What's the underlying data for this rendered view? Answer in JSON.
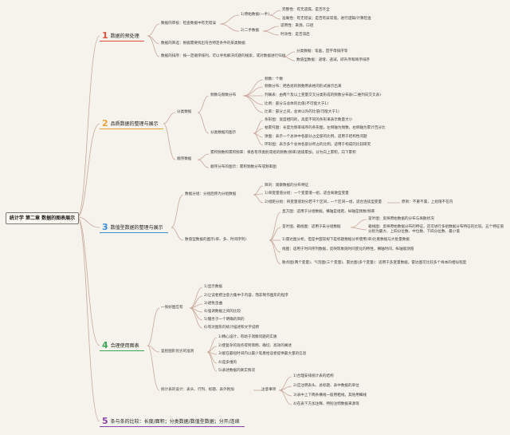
{
  "root": "统计学 第二章 数据的图表展示",
  "colors": {
    "b1": "#e74c3c",
    "b2": "#e6a23c",
    "b3": "#3a8fd8",
    "b4": "#3ca65a",
    "b5": "#8e44ad",
    "line": "#c7a89b"
  },
  "b1": {
    "num": "1",
    "title": "数据的预处理",
    "audit": "数据的审核：检查数据中有无错误",
    "raw": "1)原始数据(一手)",
    "c1": "完整性：有无遗漏，是否齐全",
    "c2": "准确性：有无错误；是否有异常值，进行逻辑/计算检查",
    "second": "2)二手数据",
    "c3": "适用性：来源，口径",
    "c4": "时效性：是否滞后",
    "filter": "数据的筛选：根据需要找出符合特定条件的某类数据",
    "sort": "数据的排序：按一定顺序排列，可以寻找解决问题的线索，或对数据进行归组",
    "s1": "分类数据：笔画，首字母排序等",
    "s2": "数值型数据：递增、递减，即升序和降序排序"
  },
  "b2": {
    "num": "2",
    "title": "品质数据的整理与展示",
    "cat": "分类数据",
    "freq": "频数与频数分布",
    "f1": "频数：个数",
    "f2": "频数分布：把各组的频数用表格的形式展示出来",
    "f3": "列联表：由两个及以上变量交叉分类形成的频数分布表(二维列向交叉表)",
    "f4": "比例：部分与总体的比值(不可能大于1)",
    "f5": "比率：部分之间，总体以外的比值(可能大于1)",
    "chart": "分类数据的图示",
    "g1": "条形图：宽度相同的，高度不同的条形来表示数量大小",
    "g2": "帕累托图：长度为频率排序的条形图，左侧轴为频数，右侧轴为累计百分比",
    "g3": "饼图：表示一个总体中各部分占全部的比例，适用于结构性问题",
    "g4": "环形图：表示多个总体各部分所占的比例，适用于构成的比较研究",
    "ord": "顺序数据",
    "o1": "累积频数和累积频率：将各有序类别或组的频数(频率)逐级累加，分为向上累积，向下累积",
    "o2": "顺序分布的图示：累积频数分布或频率图"
  },
  "b3": {
    "num": "3",
    "title": "数值型数据的整理与展示",
    "group": "数据分组：分组后称为分组数据",
    "grp1": "目的：观察数据的分布特征",
    "grp2": "1)单变量值分组：一个变量值一组，适合离散型变量",
    "grp3": "2)组距分组：将变量值划分若干个区间，一个区间一组，适合连续型变量",
    "grp3a": "原则：不重不漏，上组限不在内",
    "display": "数值型数据的图示(单、多、时间序列)",
    "d1": "直方图：适用于分组数据，横轴是组距，纵轴是频数/频率",
    "d2": "茎叶图、箱线图：适用于未分组数据",
    "d2a": "茎叶图：反映原始数据的分布与离散状况",
    "d2b": "箱线图：反映原始数据分布的特征，还可进行多组数据分布特征的比较。五个特征值分别为最大、上四分位数、中位数、下四分位数、最小值",
    "d3": "1)雷达图分析，但是中国常规下是标题数据分析使用(单)比重数据与大批量数据",
    "d4": "线图：适用于时间序列数据，反映现象随时间变化的特性，横轴时间，纵轴观测值",
    "d5": "散点图(两个变量)、气泡图(三个变量)、雷达图(多个变量)：适用于多变量数据，雷达图可比较多个样本的相似程度"
  },
  "b4": {
    "num": "4",
    "title": "合理使用图表",
    "good": "一张好图应有",
    "g1": "1)显示数据",
    "g2": "2)让读者把注意力集中于内容，而非制作图形的程序",
    "g3": "3)避免歪曲",
    "g4": "4)强调数据之间的比较",
    "g5": "5)服务于一个明确的目的",
    "g6": "6)有对图形的统计描述和文字说明",
    "rule": "鉴别图形优劣的准则",
    "r1": "1)精心设计，有助于洞察问题的实质",
    "r2": "2)使复杂的观点得到简明、确切、高效的阐述",
    "r3": "3)能在最短时间内以最少笔墨给读者提供最大量的信息",
    "r4": "4)是多维的",
    "r5": "5)表述数据的真实情况",
    "table": "统计表的设计：表头、行列、标题、表外附加",
    "note": "注意事项",
    "n1": "1)合理安排统计表的结构",
    "n2": "2)应注明表头、总标题、表中数据的单位",
    "n3": "3)表中上下两条横线一般用粗线，其他用细线",
    "n4": "4)在表下方加注释，特别注明数据来源等"
  },
  "b5": {
    "num": "5",
    "title": "条与条的比较：长度/面积；分类数据/数值型数据；分开/连续"
  }
}
